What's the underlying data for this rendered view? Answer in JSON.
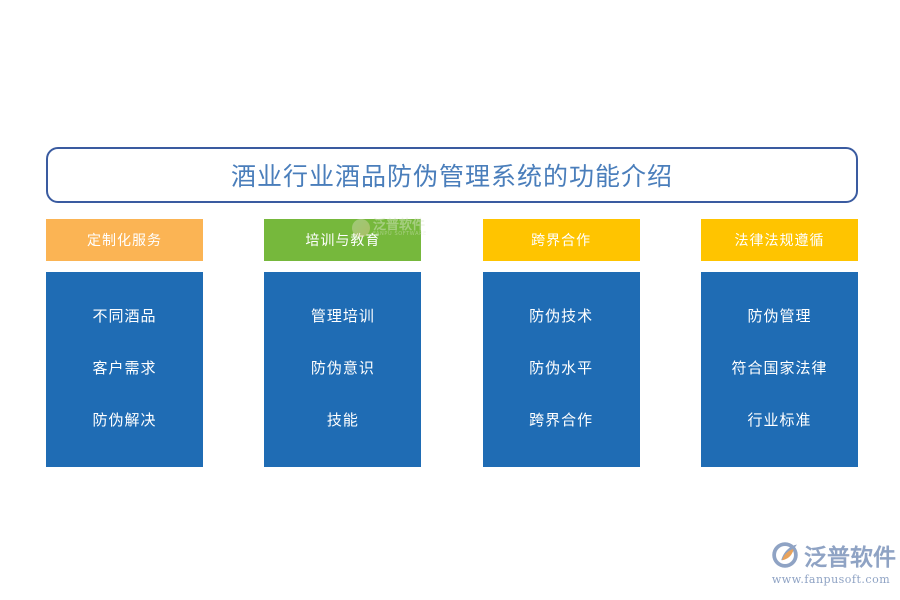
{
  "title": {
    "text": "酒业行业酒品防伪管理系统的功能介绍",
    "text_color": "#4a7ebb",
    "border_color": "#3a5ba0"
  },
  "columns": [
    {
      "header": "定制化服务",
      "header_color": "#fbb košt"
    }
  ],
  "diagram": {
    "body_color": "#1f6cb4",
    "columns": [
      {
        "header": "定制化服务",
        "header_color": "#fbb454",
        "items": [
          "不同酒品",
          "客户需求",
          "防伪解决"
        ]
      },
      {
        "header": "培训与教育",
        "header_color": "#76b83c",
        "items": [
          "管理培训",
          "防伪意识",
          "技能"
        ]
      },
      {
        "header": "跨界合作",
        "header_color": "#ffc400",
        "items": [
          "防伪技术",
          "防伪水平",
          "跨界合作"
        ]
      },
      {
        "header": "法律法规遵循",
        "header_color": "#ffc400",
        "items": [
          "防伪管理",
          "符合国家法律",
          "行业标准"
        ]
      }
    ]
  },
  "watermark": {
    "name": "泛普软件",
    "subtitle": "FANPU SOFTWARE"
  },
  "logo": {
    "name": "泛普软件",
    "url": "www.fanpusoft.com",
    "color": "#8fa3c4",
    "accent": "#e8a35c"
  }
}
